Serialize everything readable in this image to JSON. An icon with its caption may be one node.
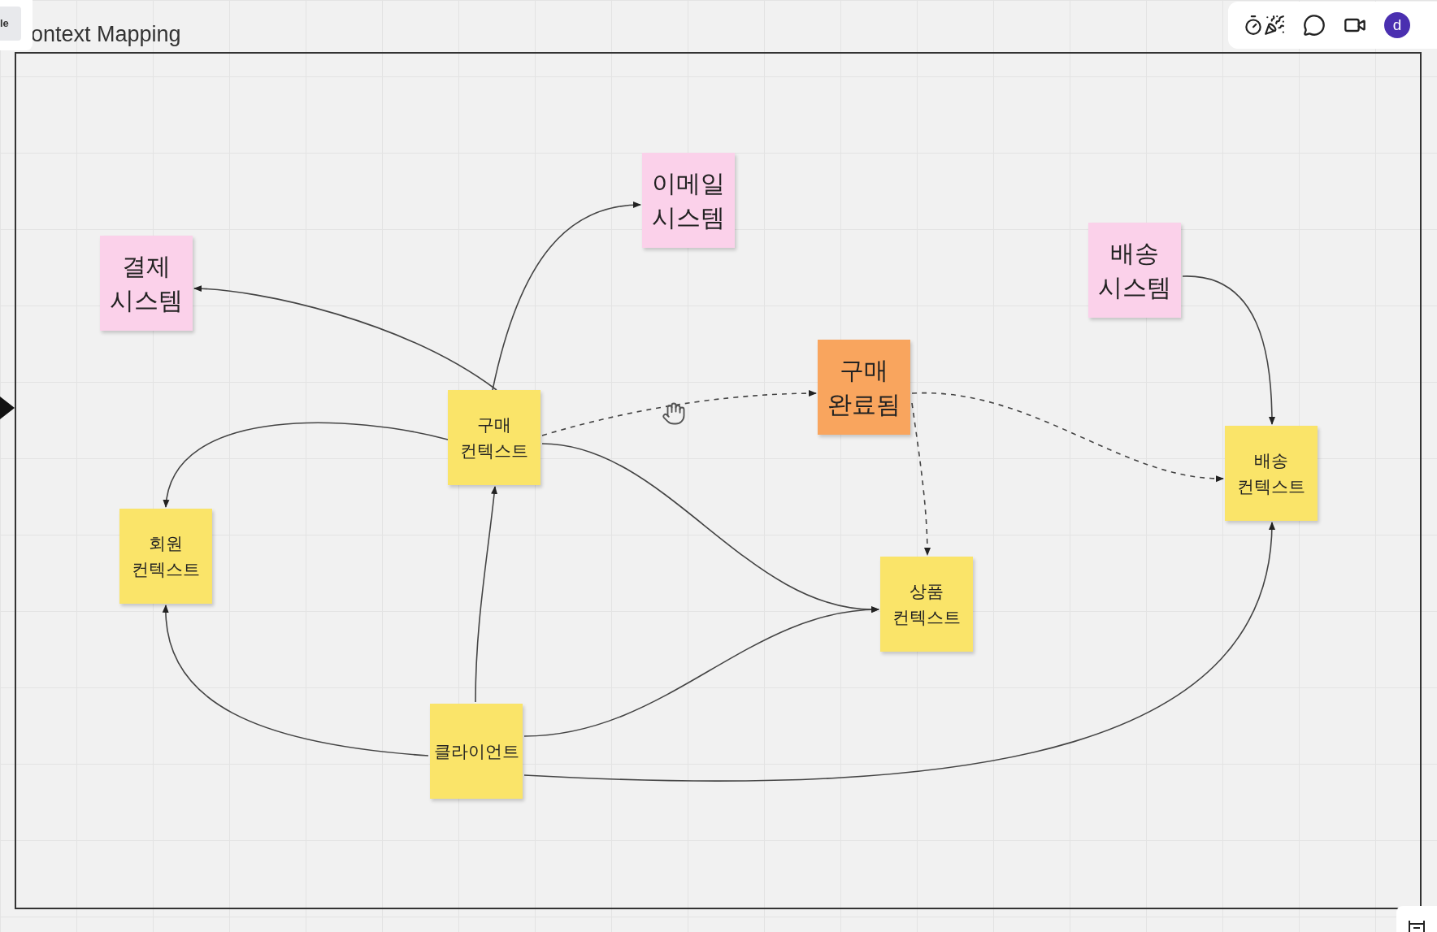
{
  "diagram": {
    "nodes": [
      {
        "text": [
          "ontext Mapping"
        ]
      },
      {
        "text": [
          "결제 시스템"
        ],
        "in": 0
      },
      {
        "text": [
          "이메일 시스템"
        ],
        "in": 0
      },
      {
        "text": [
          "배송 시스템"
        ],
        "in": 0
      },
      {
        "text": [
          "구매 완료됨"
        ],
        "in": 0
      },
      {
        "text": [
          "구매 컨텍스트"
        ],
        "in": 0
      },
      {
        "text": [
          "회원 컨텍스트"
        ],
        "in": 0
      },
      {
        "text": [
          "배송 컨텍스트"
        ],
        "in": 0
      },
      {
        "text": [
          "상품 컨텍스트"
        ],
        "in": 0
      },
      {
        "text": [
          "클라이언트"
        ],
        "in": 0
      }
    ],
    "edges": [
      {
        "from": 5,
        "to": 1,
        "arrow": "to"
      },
      {
        "from": 5,
        "to": 2,
        "arrow": "to"
      },
      {
        "from": 5,
        "to": 6,
        "arrow": "to"
      },
      {
        "from": 5,
        "to": 4,
        "arrow": "to",
        "style": "dashed"
      },
      {
        "from": 5,
        "to": 8,
        "arrow": "to"
      },
      {
        "from": 4,
        "to": 8,
        "arrow": "to",
        "style": "dashed"
      },
      {
        "from": 4,
        "to": 7,
        "arrow": "to",
        "style": "dashed"
      },
      {
        "from": 3,
        "to": 7,
        "arrow": "to"
      },
      {
        "from": 9,
        "to": 5,
        "arrow": "to"
      },
      {
        "from": 9,
        "to": 6,
        "arrow": "to"
      },
      {
        "from": 9,
        "to": 8,
        "arrow": "to"
      },
      {
        "from": 9,
        "to": 7,
        "arrow": "to"
      }
    ],
    "labels": [
      "le",
      "d"
    ]
  }
}
